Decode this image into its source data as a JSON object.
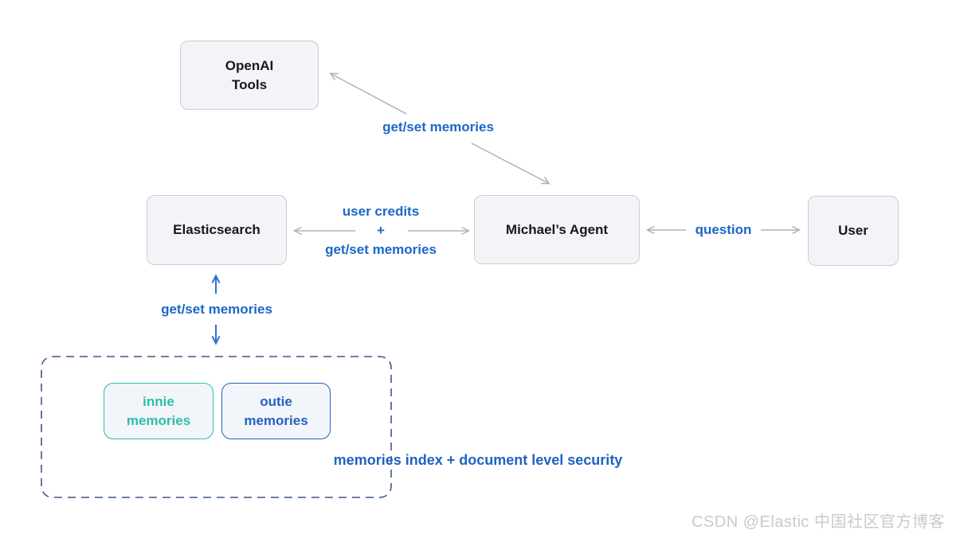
{
  "nodes": {
    "openai_tools": {
      "label": "OpenAI\nTools"
    },
    "elasticsearch": {
      "label": "Elasticsearch"
    },
    "michaels_agent": {
      "label": "Michael’s Agent"
    },
    "user": {
      "label": "User"
    },
    "innie_memories": {
      "label": "innie\nmemories"
    },
    "outie_memories": {
      "label": "outie\nmemories"
    }
  },
  "edges": {
    "agent_openai": {
      "label": "get/set memories"
    },
    "elasticsearch_agent": {
      "label": "user credits\n+\nget/set memories"
    },
    "agent_user": {
      "label": "question"
    },
    "elasticsearch_memories": {
      "label": "get/set memories"
    }
  },
  "memories_group": {
    "caption": "memories index + document level security"
  },
  "watermark": {
    "text": "CSDN @Elastic 中国社区官方博客"
  },
  "colors": {
    "label-blue": "#1b67c6",
    "caption-blue": "#2062c2",
    "arrow-gray": "#b2b2b2",
    "arrow-blue": "#2e75ca",
    "node-fill": "#f3f4f7",
    "node-border": "#c9cdd4",
    "node-text": "#16181c",
    "memory-fill": "#f2f5f9",
    "teal": "#2bbfad",
    "outie-blue": "#2162c3",
    "dashed-border": "#3a568a",
    "watermark-gray": "#cacaca"
  }
}
